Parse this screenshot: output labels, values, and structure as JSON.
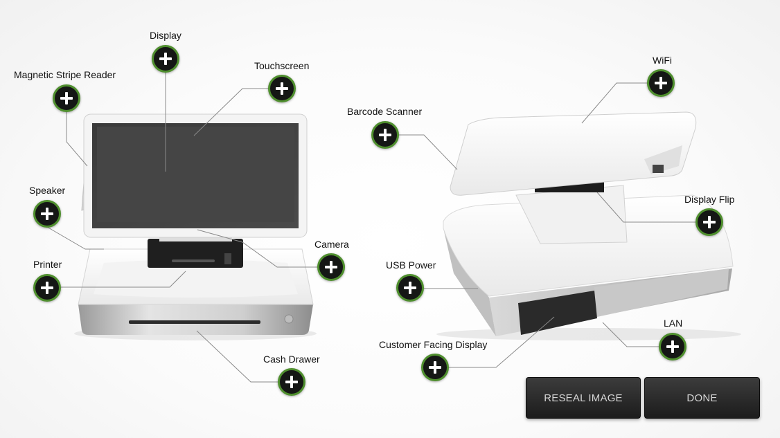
{
  "hotspots": [
    {
      "id": "display",
      "label": "Display"
    },
    {
      "id": "magnetic-stripe-reader",
      "label": "Magnetic Stripe Reader"
    },
    {
      "id": "touchscreen",
      "label": "Touchscreen"
    },
    {
      "id": "speaker",
      "label": "Speaker"
    },
    {
      "id": "printer",
      "label": "Printer"
    },
    {
      "id": "camera",
      "label": "Camera"
    },
    {
      "id": "cash-drawer",
      "label": "Cash Drawer"
    },
    {
      "id": "wifi",
      "label": "WiFi"
    },
    {
      "id": "barcode-scanner",
      "label": "Barcode Scanner"
    },
    {
      "id": "display-flip",
      "label": "Display Flip"
    },
    {
      "id": "usb-power",
      "label": "USB Power"
    },
    {
      "id": "lan",
      "label": "LAN"
    },
    {
      "id": "customer-facing-display",
      "label": "Customer Facing Display"
    }
  ],
  "hotspot_icon": "plus-icon",
  "colors": {
    "accent_ring": "#4f8f2e",
    "hotspot_fill": "#151715",
    "button_bg": "#2a2a2a"
  },
  "buttons": {
    "reseal": "RESEAL IMAGE",
    "done": "DONE"
  }
}
